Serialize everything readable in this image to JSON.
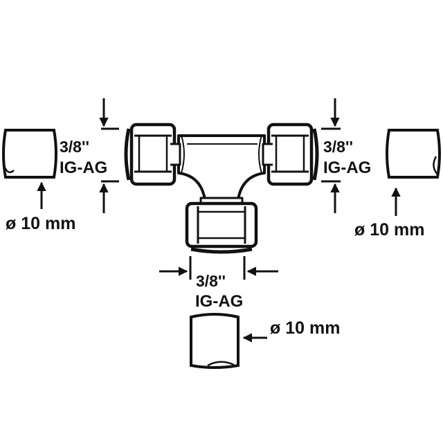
{
  "labels": {
    "left_thread_line1": "3/8''",
    "left_thread_line2": "IG-AG",
    "right_thread_line1": "3/8''",
    "right_thread_line2": "IG-AG",
    "bottom_thread_line1": "3/8''",
    "bottom_thread_line2": "IG-AG",
    "left_tube_diameter": "ø 10 mm",
    "right_tube_diameter": "ø 10 mm",
    "bottom_tube_diameter": "ø 10 mm"
  },
  "colors": {
    "ink": "#111111",
    "paper": "#ffffff"
  }
}
